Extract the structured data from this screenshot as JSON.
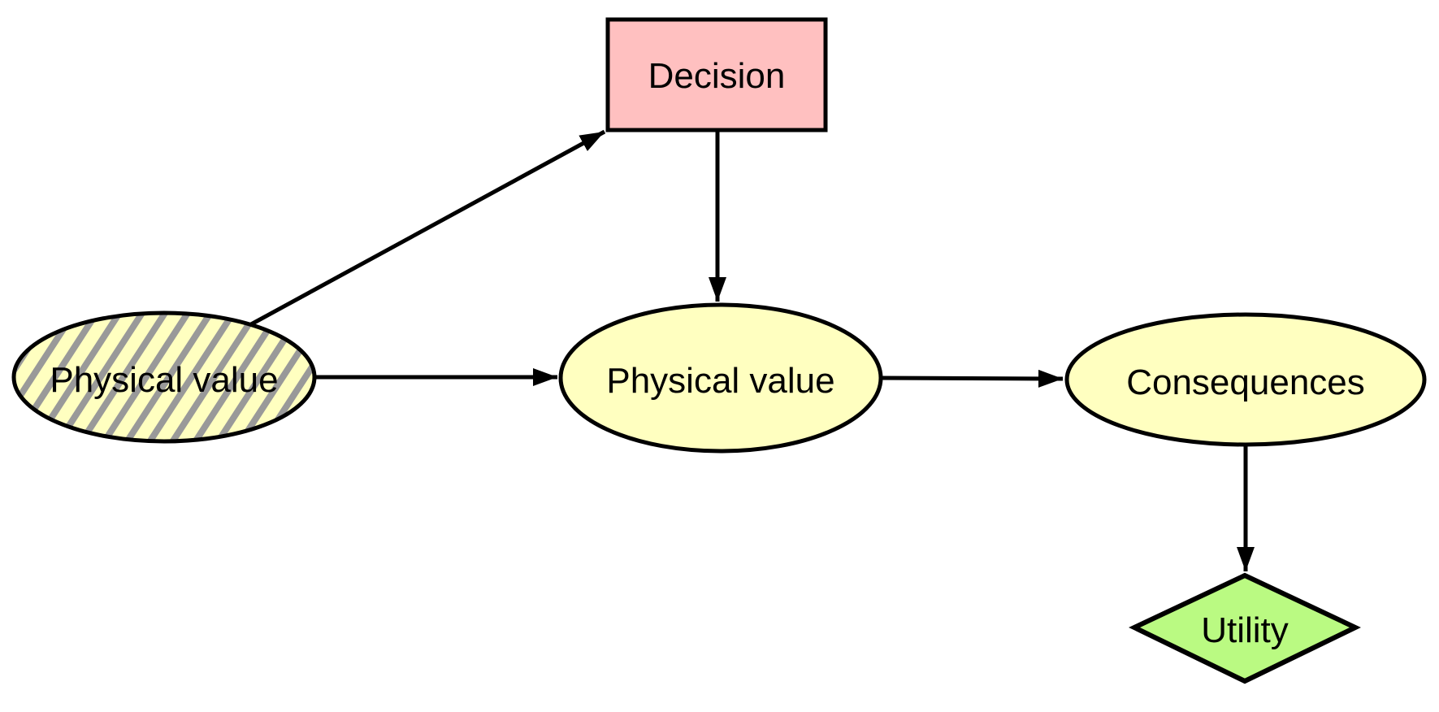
{
  "diagram": {
    "type": "influence-diagram",
    "background": "#ffffff",
    "nodes": [
      {
        "id": "physical-value-hatched",
        "label": "Physical value",
        "shape": "ellipse",
        "style": "hatched",
        "role": "chance-node"
      },
      {
        "id": "decision",
        "label": "Decision",
        "shape": "rectangle",
        "style": "solid",
        "role": "decision-node"
      },
      {
        "id": "physical-value",
        "label": "Physical value",
        "shape": "ellipse",
        "style": "solid",
        "role": "chance-node"
      },
      {
        "id": "consequences",
        "label": "Consequences",
        "shape": "ellipse",
        "style": "solid",
        "role": "chance-node"
      },
      {
        "id": "utility",
        "label": "Utility",
        "shape": "diamond",
        "style": "solid",
        "role": "utility-node"
      }
    ],
    "edges": [
      {
        "from": "physical-value-hatched",
        "to": "decision"
      },
      {
        "from": "physical-value-hatched",
        "to": "physical-value"
      },
      {
        "from": "decision",
        "to": "physical-value"
      },
      {
        "from": "physical-value",
        "to": "consequences"
      },
      {
        "from": "consequences",
        "to": "utility"
      }
    ],
    "colors": {
      "chance_fill": "#ffffc0",
      "decision_fill": "#ffc0c0",
      "utility_fill": "#bafa82",
      "hatch_stripe": "#999999",
      "stroke": "#000000"
    }
  }
}
